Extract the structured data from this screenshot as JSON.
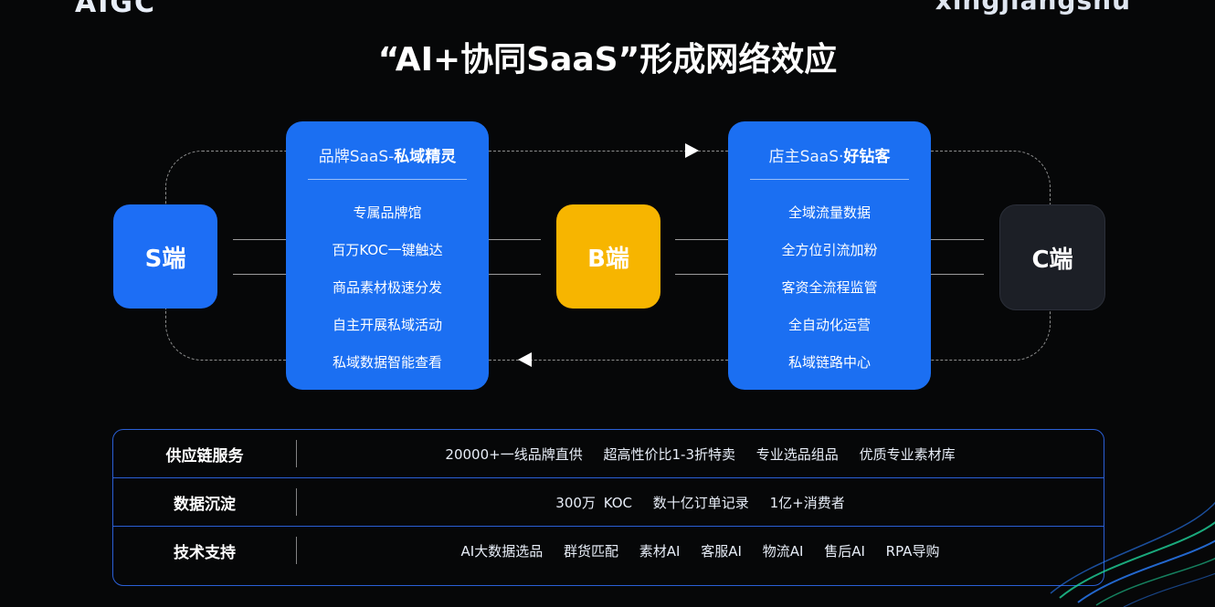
{
  "brand": {
    "left_logo": "AIGC",
    "right_logo": "xingjiangshu"
  },
  "title": "“AI+协同SaaS”形成网络效应",
  "nodes": {
    "s": "S端",
    "b": "B端",
    "c": "C端"
  },
  "panel_left": {
    "title_prefix": "品牌SaaS-",
    "title_bold": "私域精灵",
    "items": [
      "专属品牌馆",
      "百万KOC一键触达",
      "商品素材极速分发",
      "自主开展私域活动",
      "私域数据智能查看"
    ]
  },
  "panel_right": {
    "title_prefix": "店主SaaS·",
    "title_bold": "好钻客",
    "items": [
      "全域流量数据",
      "全方位引流加粉",
      "客资全流程监管",
      "全自动化运营",
      "私域链路中心"
    ]
  },
  "table": [
    {
      "label": "供应链服务",
      "values": [
        "20000+一线品牌直供",
        "超高性价比1-3折特卖",
        "专业选品组品",
        "优质专业素材库"
      ]
    },
    {
      "label": "数据沉淀",
      "values": [
        "300万 KOC",
        "数十亿订单记录",
        "1亿+消费者"
      ]
    },
    {
      "label": "技术支持",
      "values": [
        "AI大数据选品",
        "群货匹配",
        "素材AI",
        "客服AI",
        "物流AI",
        "售后AI",
        "RPA导购"
      ]
    }
  ],
  "colors": {
    "blue": "#1b6ff2",
    "yellow": "#f7b500",
    "dark": "#1c1f26",
    "background": "#060708"
  }
}
